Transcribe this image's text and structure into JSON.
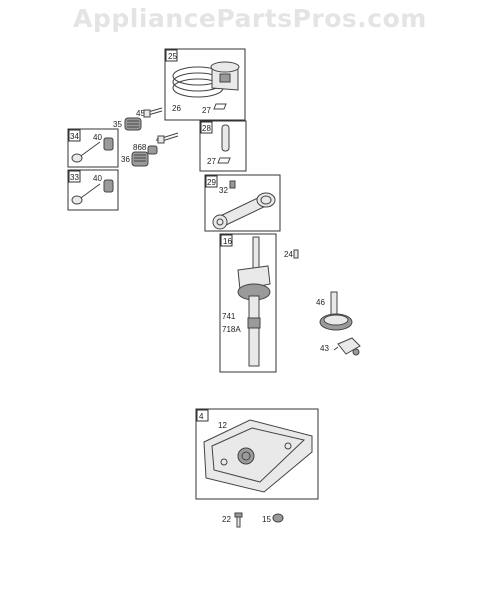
{
  "header": {
    "watermark": "AppliancePartsPros.com"
  },
  "groups": {
    "piston": {
      "box_label": "25",
      "labels": [
        "26",
        "27"
      ]
    },
    "valve_top": {
      "box_label": "34",
      "labels": [
        "40"
      ]
    },
    "valve_bottom": {
      "box_label": "33",
      "labels": [
        "40"
      ]
    },
    "retainer": {
      "box_label": "28",
      "labels": [
        "27"
      ]
    },
    "connecting_rod": {
      "box_label": "29",
      "labels": [
        "32"
      ]
    },
    "crankshaft": {
      "box_label": "16",
      "labels": [
        "741",
        "718A"
      ]
    },
    "sump": {
      "box_label": "4",
      "labels": [
        "12"
      ]
    }
  },
  "loose_labels": {
    "spring_45_top": "45",
    "spring_35": "35",
    "part_868": "868",
    "spring_45_mid": "45",
    "part_36": "36",
    "pin_24": "24",
    "gear_46": "46",
    "governor_43": "43",
    "bolt_22": "22",
    "plug_15": "15"
  }
}
